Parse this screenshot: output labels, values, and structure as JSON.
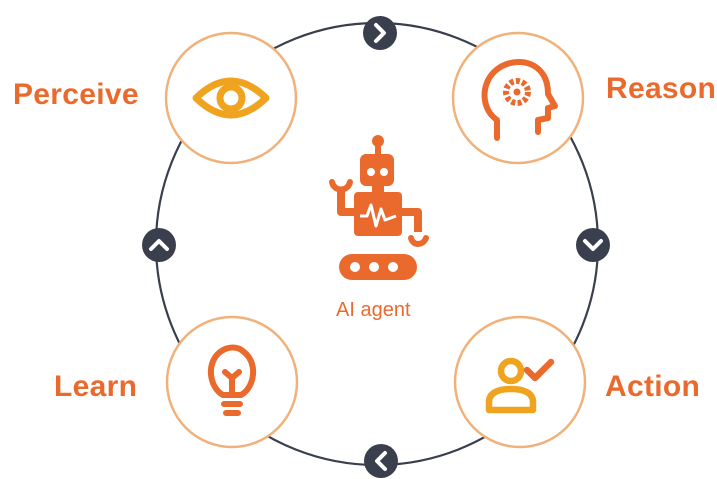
{
  "colors": {
    "orange": "#EA6A2E",
    "amber": "#EFA31E",
    "ring": "#3A3F4D",
    "arrow_fill": "#3A3F4D",
    "arrow_glyph": "#ffffff",
    "circle_border": "#F0B27A"
  },
  "center": {
    "icon": "robot-icon",
    "label": "AI agent"
  },
  "stages": [
    {
      "label": "Perceive",
      "icon": "eye-icon"
    },
    {
      "label": "Reason",
      "icon": "head-gear-icon"
    },
    {
      "label": "Action",
      "icon": "user-check-icon"
    },
    {
      "label": "Learn",
      "icon": "lightbulb-icon"
    }
  ],
  "connectors": [
    {
      "icon": "chevron-right-icon"
    },
    {
      "icon": "chevron-down-icon"
    },
    {
      "icon": "chevron-left-icon"
    },
    {
      "icon": "chevron-up-icon"
    }
  ]
}
